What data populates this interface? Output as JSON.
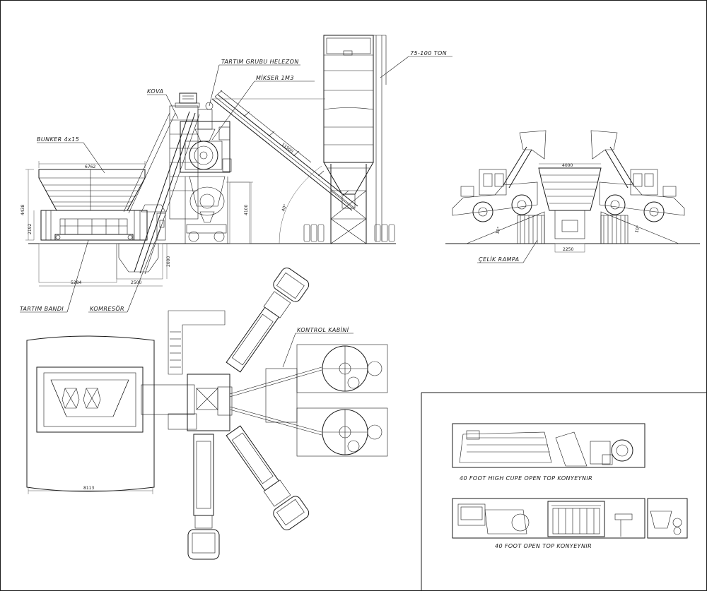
{
  "labels": {
    "tartim_grubu_helezon": "TARTIM GRUBU HELEZON",
    "mikser": "MİKSER 1M3",
    "kova": "KOVA",
    "silo_capacity": "75-100 TON",
    "bunker": "BUNKER 4x15",
    "tartim_bandi": "TARTIM BANDI",
    "kompresor": "KOMRESÖR",
    "kontrol_kabini": "KONTROL KABİNİ",
    "celik_rampa": "ÇELİK RAMPA",
    "container_40_hc": "40 FOOT HIGH CUPE OPEN TOP KONYEYNIR",
    "container_40_ot": "40 FOOT OPEN TOP KONYEYNIR"
  },
  "dimensions": {
    "bunker_width": "6762",
    "bunker_height": "4438",
    "bunker_leg": "2192",
    "base_length": "5284",
    "bucket_pit": "2500",
    "pit_depth": "2000",
    "mixer_height": "4100",
    "screw_length": "11500",
    "screw_angle": "40°",
    "ramp_top": "4000",
    "ramp_bottom": "2250",
    "ramp_angle": "10°",
    "plan_width": "8113"
  }
}
